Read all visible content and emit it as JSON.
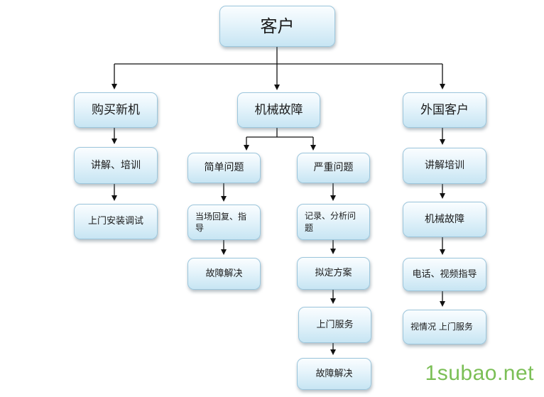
{
  "root": {
    "label": "客户"
  },
  "branches": [
    {
      "label": "购买新机",
      "steps": [
        "讲解、培训",
        "上门安装调试"
      ]
    },
    {
      "label": "机械故障",
      "sub_branches": [
        {
          "label": "简单问题",
          "steps": [
            "当场回复、指导",
            "故障解决"
          ]
        },
        {
          "label": "严重问题",
          "steps": [
            "记录、分析问题",
            "拟定方案",
            "上门服务",
            "故障解决"
          ]
        }
      ]
    },
    {
      "label": "外国客户",
      "steps": [
        "讲解培训",
        "机械故障",
        "电话、视频指导",
        "视情况 上门服务"
      ]
    }
  ],
  "watermark": "1subao.net"
}
